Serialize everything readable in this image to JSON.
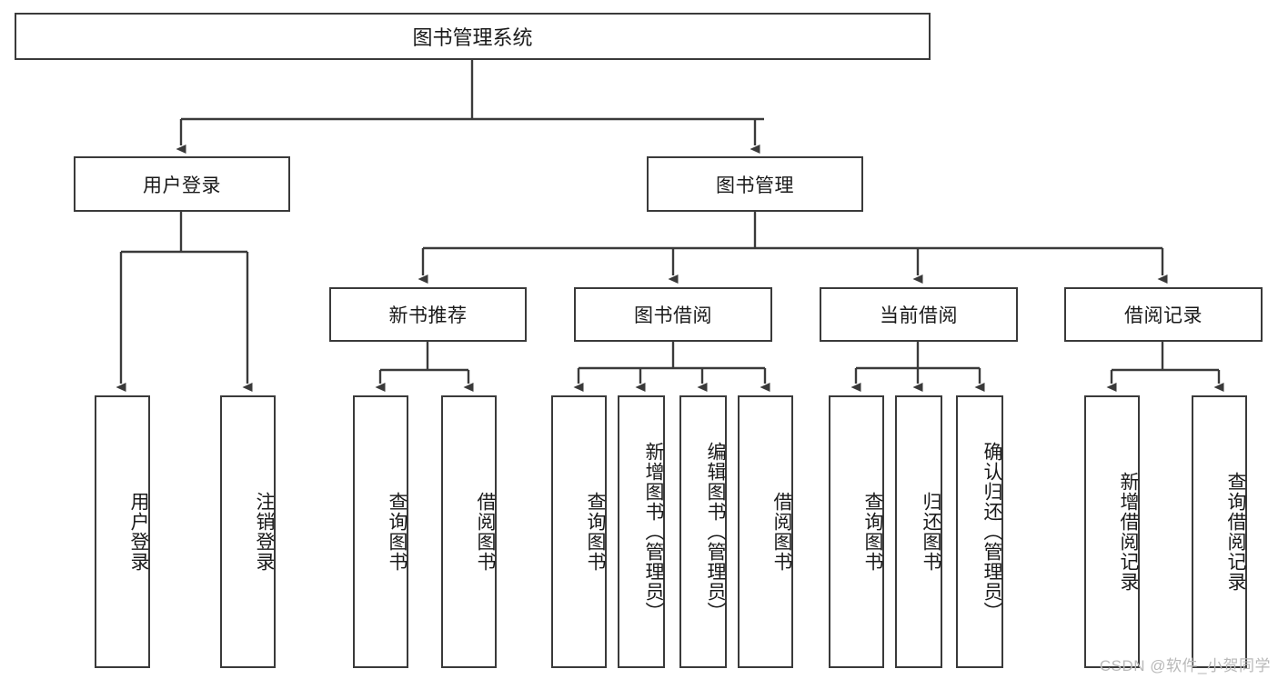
{
  "diagram": {
    "title": "图书管理系统",
    "type": "tree",
    "watermark": "CSDN @软件_小贺同学",
    "levels": {
      "root": {
        "label": "图书管理系统"
      },
      "level2": [
        {
          "label": "用户登录"
        },
        {
          "label": "图书管理"
        }
      ],
      "level3": [
        {
          "label": "新书推荐",
          "parent": "图书管理"
        },
        {
          "label": "图书借阅",
          "parent": "图书管理"
        },
        {
          "label": "当前借阅",
          "parent": "图书管理"
        },
        {
          "label": "借阅记录",
          "parent": "图书管理"
        }
      ],
      "leaves": [
        {
          "label": "用户登录",
          "parent": "用户登录"
        },
        {
          "label": "注销登录",
          "parent": "用户登录"
        },
        {
          "label": "查询图书",
          "parent": "新书推荐"
        },
        {
          "label": "借阅图书",
          "parent": "新书推荐"
        },
        {
          "label": "查询图书",
          "parent": "图书借阅"
        },
        {
          "label": "新增图书（管理员）",
          "parent": "图书借阅"
        },
        {
          "label": "编辑图书（管理员）",
          "parent": "图书借阅"
        },
        {
          "label": "借阅图书",
          "parent": "图书借阅"
        },
        {
          "label": "查询图书",
          "parent": "当前借阅"
        },
        {
          "label": "归还图书",
          "parent": "当前借阅"
        },
        {
          "label": "确认归还（管理员）",
          "parent": "当前借阅"
        },
        {
          "label": "新增借阅记录",
          "parent": "借阅记录"
        },
        {
          "label": "查询借阅记录",
          "parent": "借阅记录"
        }
      ]
    },
    "colors": {
      "stroke": "#3a3a3a",
      "background": "#ffffff",
      "text": "#1a1a1a",
      "watermark": "#b9b9b9"
    }
  }
}
